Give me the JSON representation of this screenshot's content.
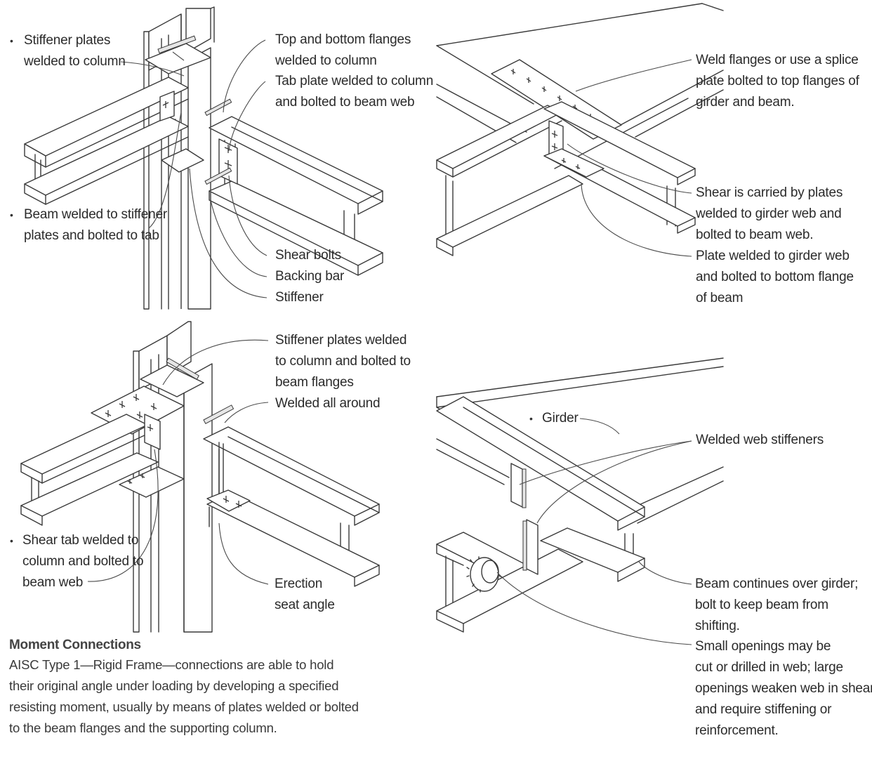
{
  "labels": {
    "tl_stiffener_plates": [
      "Stiffener plates",
      "welded to column"
    ],
    "tl_beam_welded": [
      "Beam welded to stiffener",
      "plates and bolted to tab"
    ],
    "tl_top_bottom_flanges": [
      "Top and bottom flanges",
      "welded to column"
    ],
    "tl_tab_plate": [
      "Tab plate welded to column",
      "and bolted to beam web"
    ],
    "tl_shear_bolts": "Shear bolts",
    "tl_backing_bar": "Backing bar",
    "tl_stiffener": "Stiffener",
    "tr_weld_flanges": [
      "Weld flanges or use a splice",
      "plate bolted to top flanges of",
      "girder and beam."
    ],
    "tr_shear_carried": [
      "Shear is carried by plates",
      "welded to girder web and",
      "bolted to beam web."
    ],
    "tr_plate_welded": [
      "Plate welded to girder web",
      "and bolted to bottom flange",
      "of beam"
    ],
    "bl_stiffener_plates": [
      "Stiffener plates welded",
      "to column and bolted to",
      "beam flanges"
    ],
    "bl_welded_all_around": "Welded all around",
    "bl_shear_tab": [
      "Shear tab welded to",
      "column and bolted to",
      "beam web"
    ],
    "bl_erection_seat": [
      "Erection",
      "seat angle"
    ],
    "br_girder": "Girder",
    "br_welded_web_stiffeners": "Welded web stiffeners",
    "br_beam_continues": [
      "Beam continues over girder;",
      "bolt to keep beam from",
      "shifting."
    ],
    "br_small_openings": [
      "Small openings may be",
      "cut or drilled in web; large",
      "openings weaken web in shear",
      "and require stiffening or",
      "reinforcement."
    ]
  },
  "caption": {
    "title": "Moment Connections",
    "lines": [
      "AISC Type 1—Rigid Frame—connections  are able to hold",
      "their original angle under loading by developing a specified",
      "resisting moment, usually by means of plates welded or bolted",
      "to the beam flanges and the supporting column."
    ]
  },
  "bullet": "•"
}
